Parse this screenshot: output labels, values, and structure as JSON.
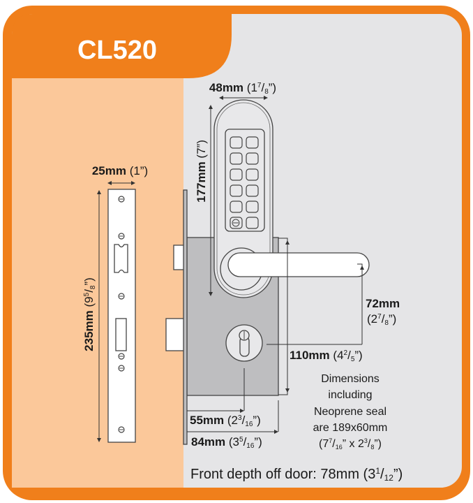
{
  "title": "CL520",
  "colors": {
    "frame": "#F07F1B",
    "left_panel": "#FBC89A",
    "right_panel": "#E5E5E7",
    "body": "#BEBEC0"
  },
  "dimensions": {
    "strike_width": {
      "mm": "25mm",
      "imperial": "(1”)"
    },
    "strike_height": {
      "mm": "235mm",
      "whole": "(9",
      "num": "5",
      "den": "8",
      "close": "”)"
    },
    "keypad_width": {
      "mm": "48mm",
      "whole": "(1",
      "num": "7",
      "den": "8",
      "close": "”)"
    },
    "keypad_height": {
      "mm": "177mm",
      "imperial": "(7”)"
    },
    "lever_to_cylinder": {
      "mm": "72mm",
      "whole": "(2",
      "num": "7",
      "den": "8",
      "close": "”)"
    },
    "case_height": {
      "mm": "110mm",
      "whole": "(4",
      "num": "2",
      "den": "5",
      "close": "”)"
    },
    "backset": {
      "mm": "55mm",
      "whole": "(2",
      "num": "3",
      "den": "16",
      "close": "”)"
    },
    "case_depth": {
      "mm": "84mm",
      "whole": "(3",
      "num": "5",
      "den": "16",
      "close": "”)"
    }
  },
  "note": {
    "lines": [
      "Dimensions",
      "including",
      "Neoprene seal",
      "are 189x60mm"
    ],
    "imperial_a_num": "7",
    "imperial_a": "(7",
    "imperial_a_den": "16",
    "imperial_mid": "” x 2",
    "imperial_b_num": "3",
    "imperial_b_den": "8",
    "imperial_close": "”)"
  },
  "front_depth": {
    "text": "Front depth off door: 78mm (3",
    "num": "1",
    "den": "12",
    "close": "”)"
  }
}
